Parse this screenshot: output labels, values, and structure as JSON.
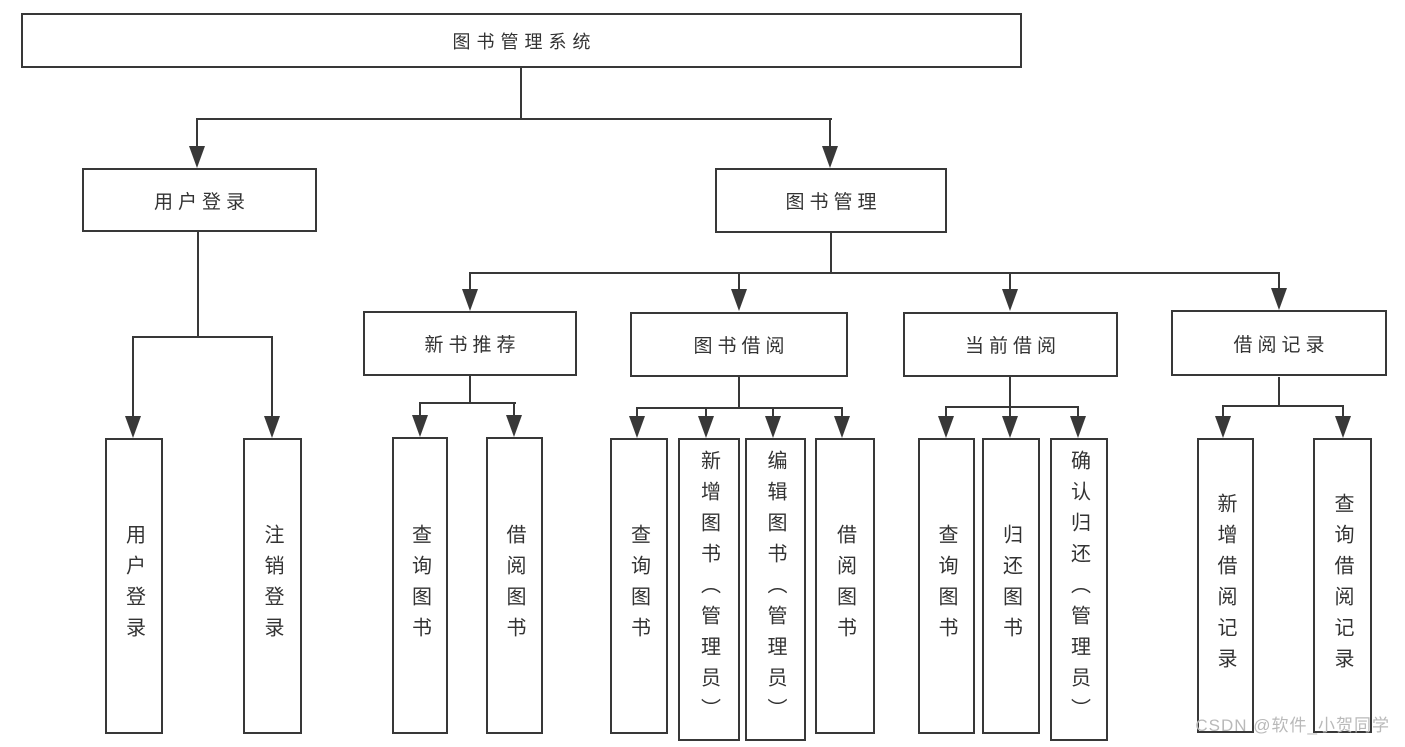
{
  "diagram": {
    "nodes": {
      "root": "图书管理系统",
      "user_login": "用户登录",
      "book_mgmt": "图书管理",
      "new_book": "新书推荐",
      "book_borrow": "图书借阅",
      "current_borrow": "当前借阅",
      "borrow_record": "借阅记录"
    },
    "leaves": {
      "login": [
        "用户登录",
        "注销登录"
      ],
      "new_book": [
        "查询图书",
        "借阅图书"
      ],
      "book_borrow": [
        "查询图书",
        "新增图书（管理员）",
        "编辑图书（管理员）",
        "借阅图书"
      ],
      "current_borrow": [
        "查询图书",
        "归还图书",
        "确认归还（管理员）"
      ],
      "borrow_record": [
        "新增借阅记录",
        "查询借阅记录"
      ]
    },
    "watermark": "CSDN @软件_小贺同学",
    "colors": {
      "line": "#383838",
      "text": "#333333",
      "watermark": "#b9b9b9",
      "background": "#ffffff"
    }
  }
}
